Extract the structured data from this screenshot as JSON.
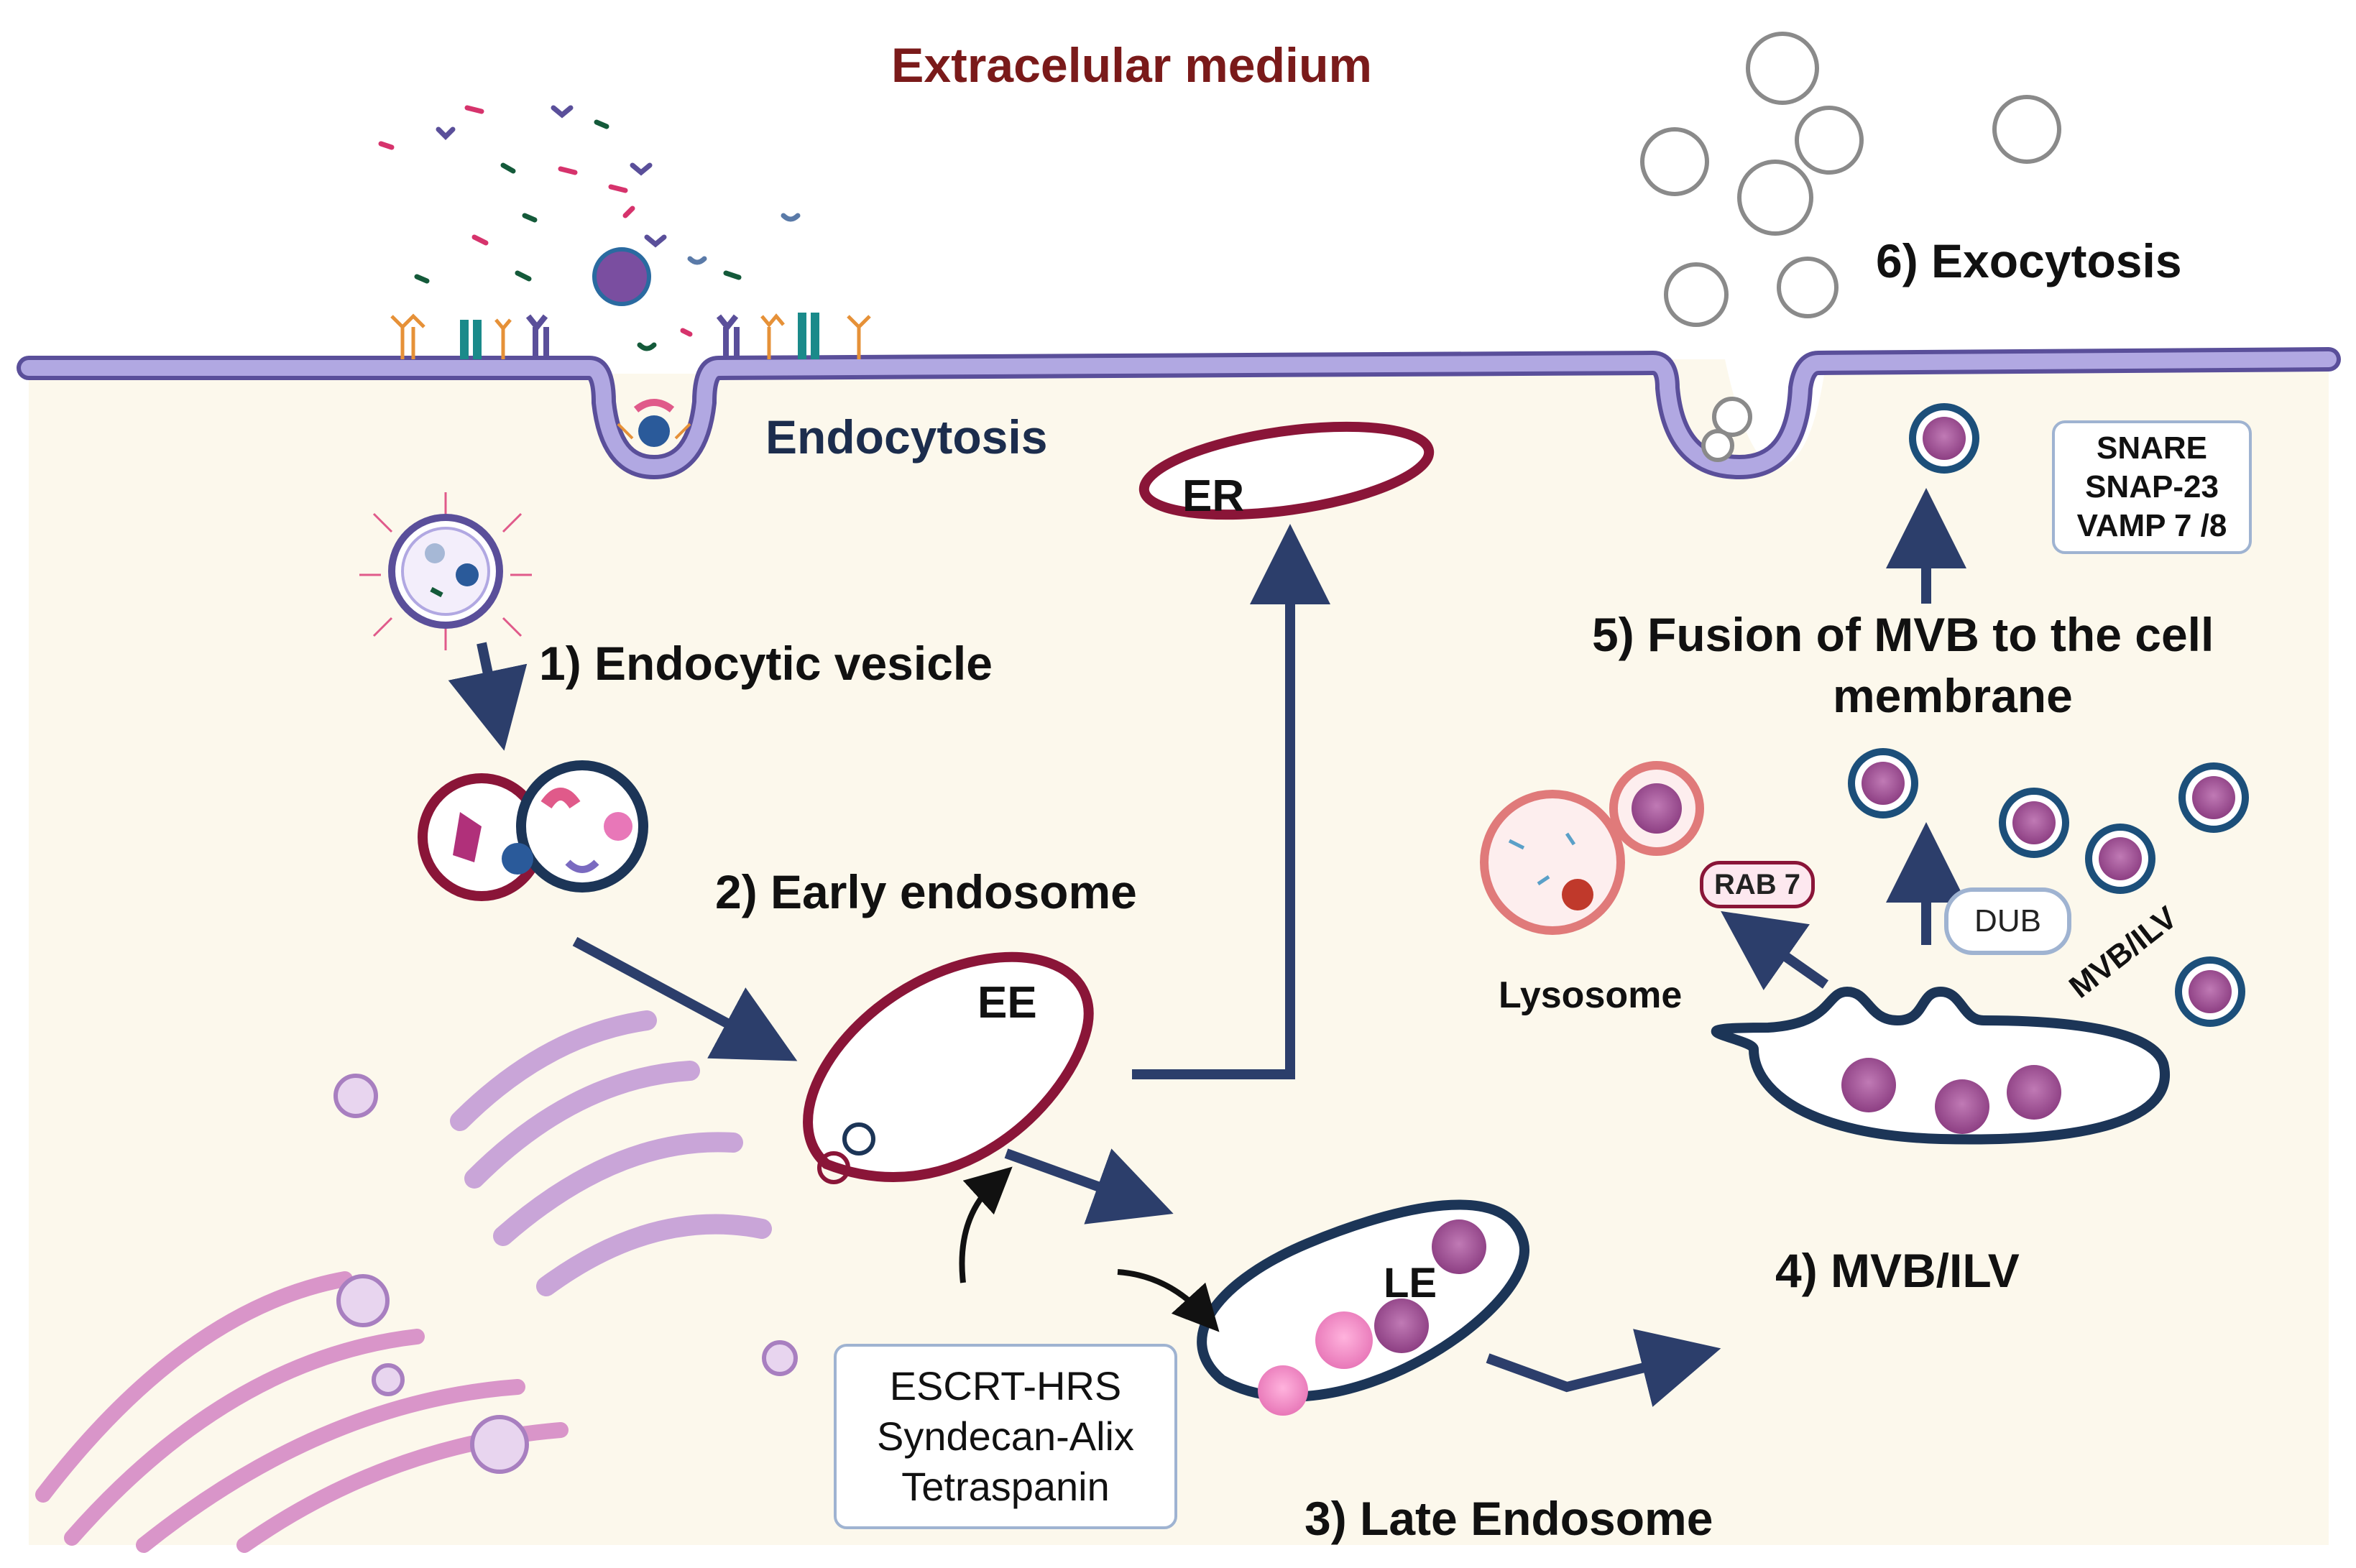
{
  "labels": {
    "extracellular": "Extracelular medium",
    "endocytosis": "Endocytosis",
    "step1": "1) Endocytic vesicle",
    "step2": "2) Early endosome",
    "step3": "3) Late Endosome",
    "step4": "4)  MVB/ILV",
    "step5_line1": "5) Fusion of MVB to the cell",
    "step5_line2": "membrane",
    "step6": "6) Exocytosis",
    "er": "ER",
    "ee": "EE",
    "le": "LE",
    "lysosome": "Lysosome",
    "rab7": "RAB 7",
    "dub": "DUB",
    "mvb_ilv": "MVB/ILV"
  },
  "escrt_box": [
    "ESCRT-HRS",
    "Syndecan-Alix",
    "Tetraspanin"
  ],
  "snare_box": [
    "SNARE",
    "SNAP-23",
    "VAMP 7 /8"
  ],
  "colors": {
    "cytoplasm": "#fcf8ec",
    "membrane": "#9f96d6",
    "membrane_dark": "#5a4f9a",
    "arrow": "#2c3e6b",
    "er_ee": "#8a1538",
    "late_endosome": "#1c3557",
    "ilv": "#9c4f8f",
    "title_red": "#7a1a1a",
    "golgi": "#c9a5d8"
  }
}
